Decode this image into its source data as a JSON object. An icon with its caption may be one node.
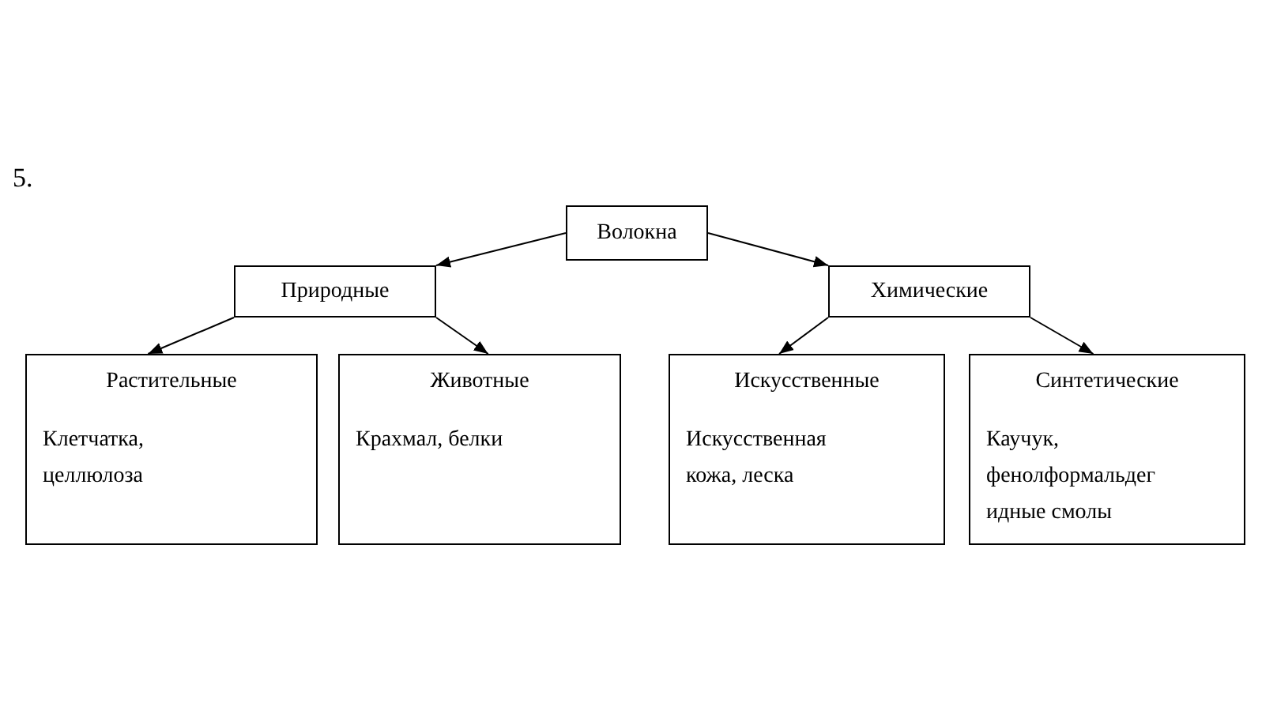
{
  "diagram": {
    "nodes": [
      {
        "text": [
          "Волокна"
        ]
      },
      {
        "text": [
          "Природные"
        ]
      },
      {
        "text": [
          "Химические"
        ]
      },
      {
        "text": [
          "Растительные",
          "Клетчатка, целлюлоза"
        ]
      },
      {
        "text": [
          "Животные",
          "Крахмал, белки"
        ]
      },
      {
        "text": [
          "Искусственные",
          "Искусственная кожа, леска"
        ]
      },
      {
        "text": [
          "Синтетические",
          "Каучук, фенолформальдегидные смолы"
        ]
      }
    ],
    "edges": [
      {
        "from": 0,
        "to": 1,
        "arrow": "to"
      },
      {
        "from": 0,
        "to": 2,
        "arrow": "to"
      },
      {
        "from": 1,
        "to": 3,
        "arrow": "to"
      },
      {
        "from": 1,
        "to": 4,
        "arrow": "to"
      },
      {
        "from": 2,
        "to": 5,
        "arrow": "to"
      },
      {
        "from": 2,
        "to": 6,
        "arrow": "to"
      }
    ],
    "labels": [
      "5."
    ]
  }
}
